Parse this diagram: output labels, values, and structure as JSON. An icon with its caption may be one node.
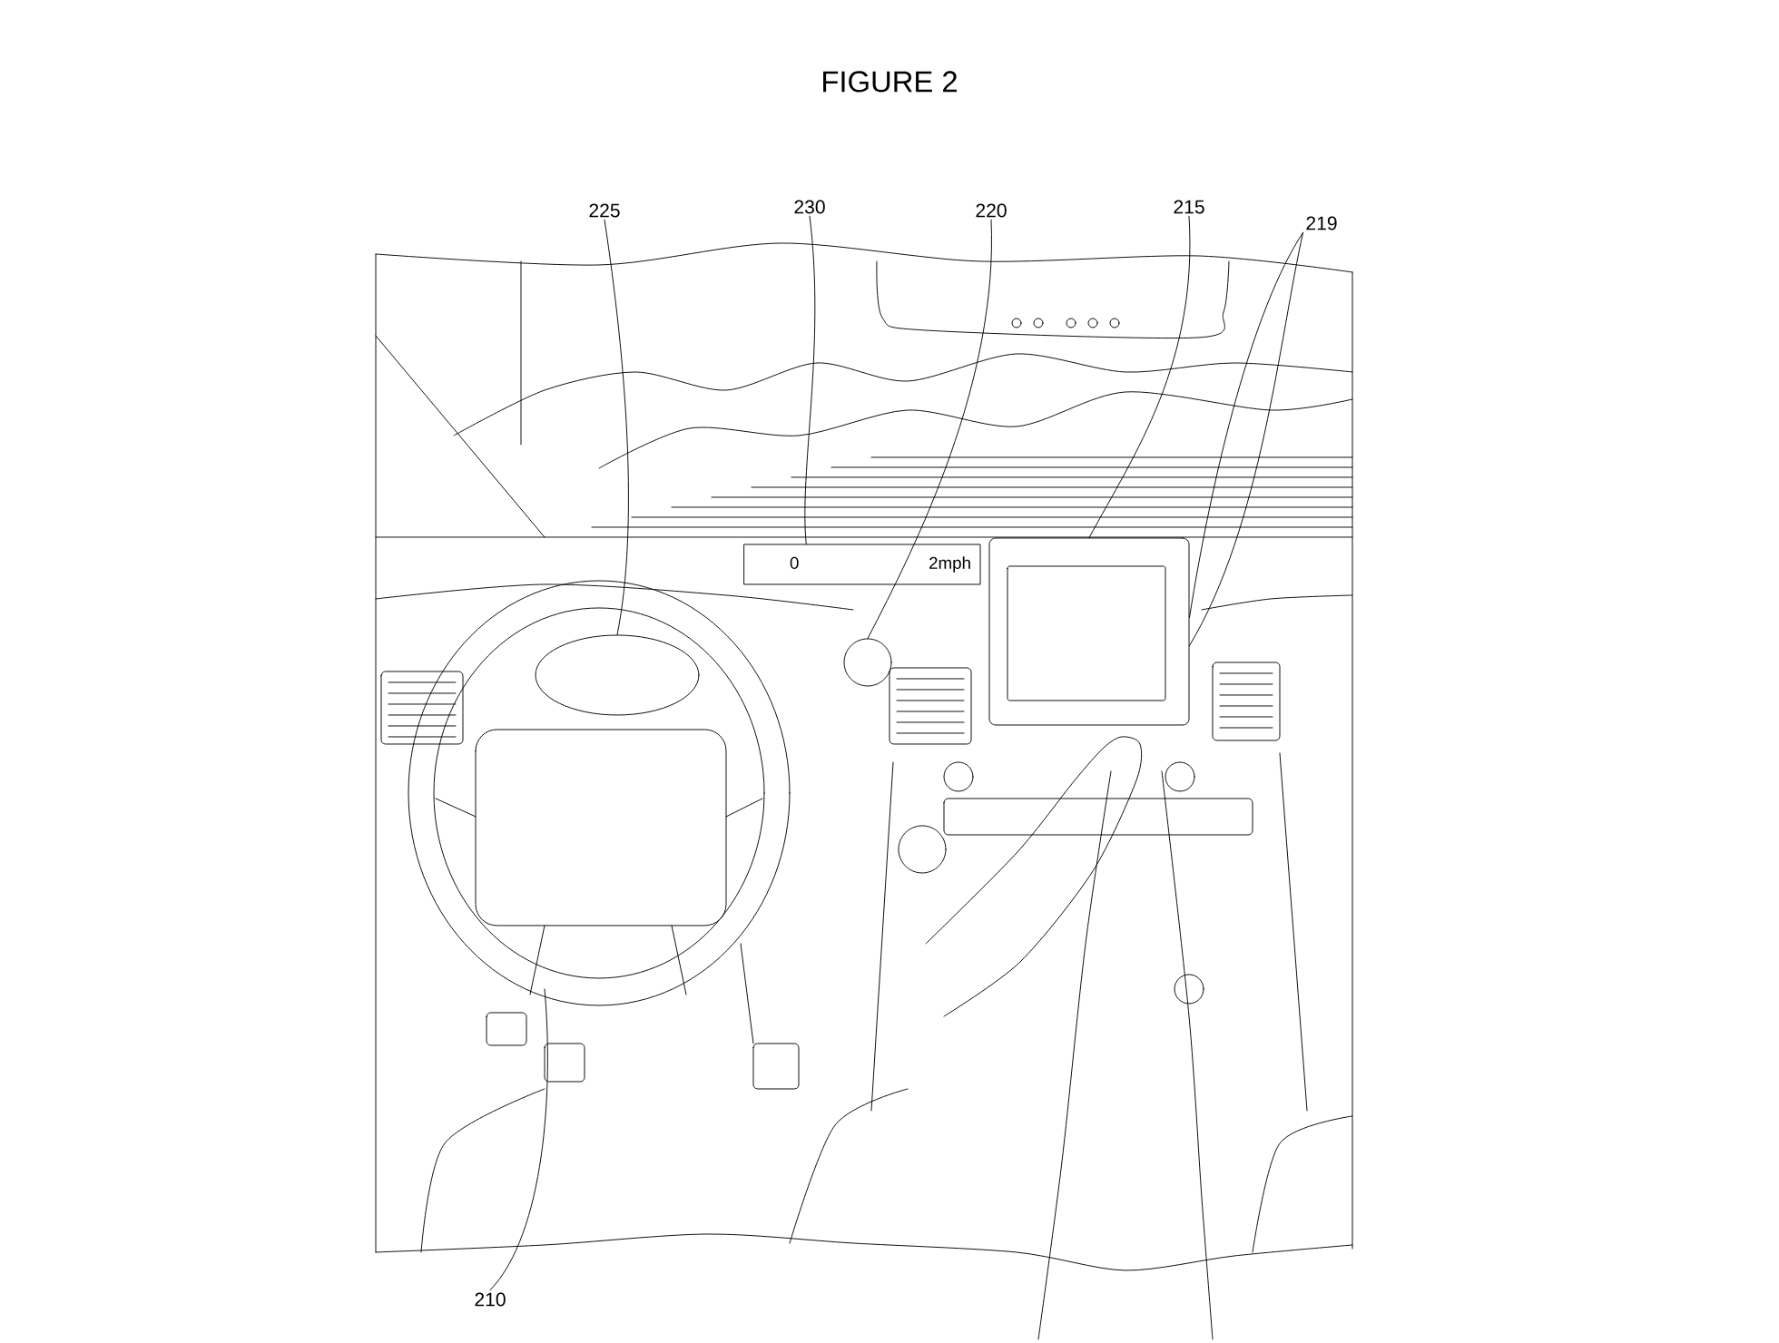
{
  "diagram": {
    "title": "FIGURE 2",
    "nodes": [
      {
        "text": [
          "225"
        ]
      },
      {
        "text": [
          "230"
        ]
      },
      {
        "text": [
          "220"
        ]
      },
      {
        "text": [
          "215"
        ]
      },
      {
        "text": [
          "219"
        ]
      },
      {
        "text": [
          "210"
        ]
      },
      {
        "text": [],
        "shape": "circle"
      },
      {
        "text": [
          "0",
          "2mph"
        ]
      },
      {
        "text": [],
        "shape": "circle"
      },
      {
        "text": [],
        "shape": "box"
      }
    ],
    "edges": [
      {
        "from": 0,
        "to": 6,
        "arrow": "none"
      },
      {
        "from": 1,
        "to": 7,
        "arrow": "none"
      },
      {
        "from": 2,
        "to": 8,
        "arrow": "none"
      },
      {
        "from": 3,
        "to": 9,
        "arrow": "none"
      },
      {
        "from": 4,
        "to": 9,
        "arrow": "none"
      },
      {
        "from": 4,
        "to": 9,
        "arrow": "none"
      },
      {
        "from": 5,
        "to": null,
        "arrow": "none"
      }
    ]
  }
}
